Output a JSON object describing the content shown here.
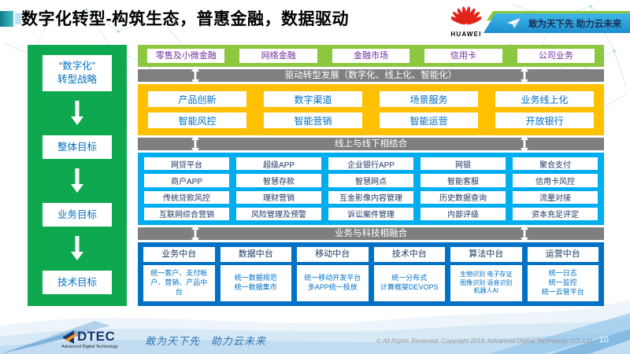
{
  "header": {
    "title": "数字化转型-构筑生态，普惠金融，数据驱动",
    "huawei_label": "HUAWEI",
    "banner_slogan": "敢为天下先 助力云未来"
  },
  "left_panel": {
    "items": [
      "“数字化”\n转型战略",
      "整体目标",
      "业务目标",
      "技术目标"
    ]
  },
  "top_row": {
    "items": [
      "零售及小微金融",
      "网络金融",
      "金融市场",
      "信用卡",
      "公司业务"
    ]
  },
  "bars": {
    "drive": "驱动转型发展（数字化、线上化、智能化）",
    "online_offline": "线上与线下相结合",
    "tech_fusion": "业务与科技相融合"
  },
  "yellow_grid": {
    "rows": [
      [
        "产品创新",
        "数字渠道",
        "场景服务",
        "业务线上化"
      ],
      [
        "智能风控",
        "智能营销",
        "智能运营",
        "开放银行"
      ]
    ]
  },
  "blue_grid": {
    "rows": [
      [
        "网贷平台",
        "超级APP",
        "企业银行APP",
        "网银",
        "聚合支付"
      ],
      [
        "商户APP",
        "智慧存款",
        "智慧网点",
        "智能客服",
        "信用卡风控"
      ],
      [
        "传统贷款风控",
        "理财营销",
        "互金影像内容管理",
        "历史数据查询",
        "流量对接"
      ],
      [
        "互联网综合营销",
        "风险管理及预警",
        "诉讼案件管理",
        "内部评级",
        "资本充足评定"
      ]
    ]
  },
  "platforms": {
    "columns": [
      {
        "title": "业务中台",
        "detail": "统一客户、支付帐\n户、营销、产品中\n台"
      },
      {
        "title": "数据中台",
        "detail": "统一数据规范\n统一数据集市"
      },
      {
        "title": "移动中台",
        "detail": "统一移动开发平台\n多APP统一投放"
      },
      {
        "title": "技术中台",
        "detail": "统一分布式\n计算框架DEVOPS"
      },
      {
        "title": "算法中台",
        "detail": "生物识别 电子存证\n图像识别 语音识别\n机器人AI"
      },
      {
        "title": "运营中台",
        "detail": "统一日志\n统一监控\n统一云管平台"
      }
    ]
  },
  "footer": {
    "logo_word": "DTEC",
    "logo_sub": "Advanced Digital Technology",
    "slogan": "敢为天下先   助力云未来",
    "copyright": "© All Rights Reserved. Copyright 2019. Advanced Digital Technology CO.,Ltd",
    "page": "10"
  },
  "colors": {
    "left_green": "#0EA94F",
    "top_green": "#8DC63F",
    "gray_bar": "#7F7F7F",
    "yellow": "#FFC000",
    "bright_blue": "#00AEEF",
    "dark_blue": "#0072C6",
    "purple_text": "#7030A0",
    "blue_text": "#0070C0",
    "huawei_red": "#E2231A",
    "banner_blue": "#2FA8E0"
  }
}
